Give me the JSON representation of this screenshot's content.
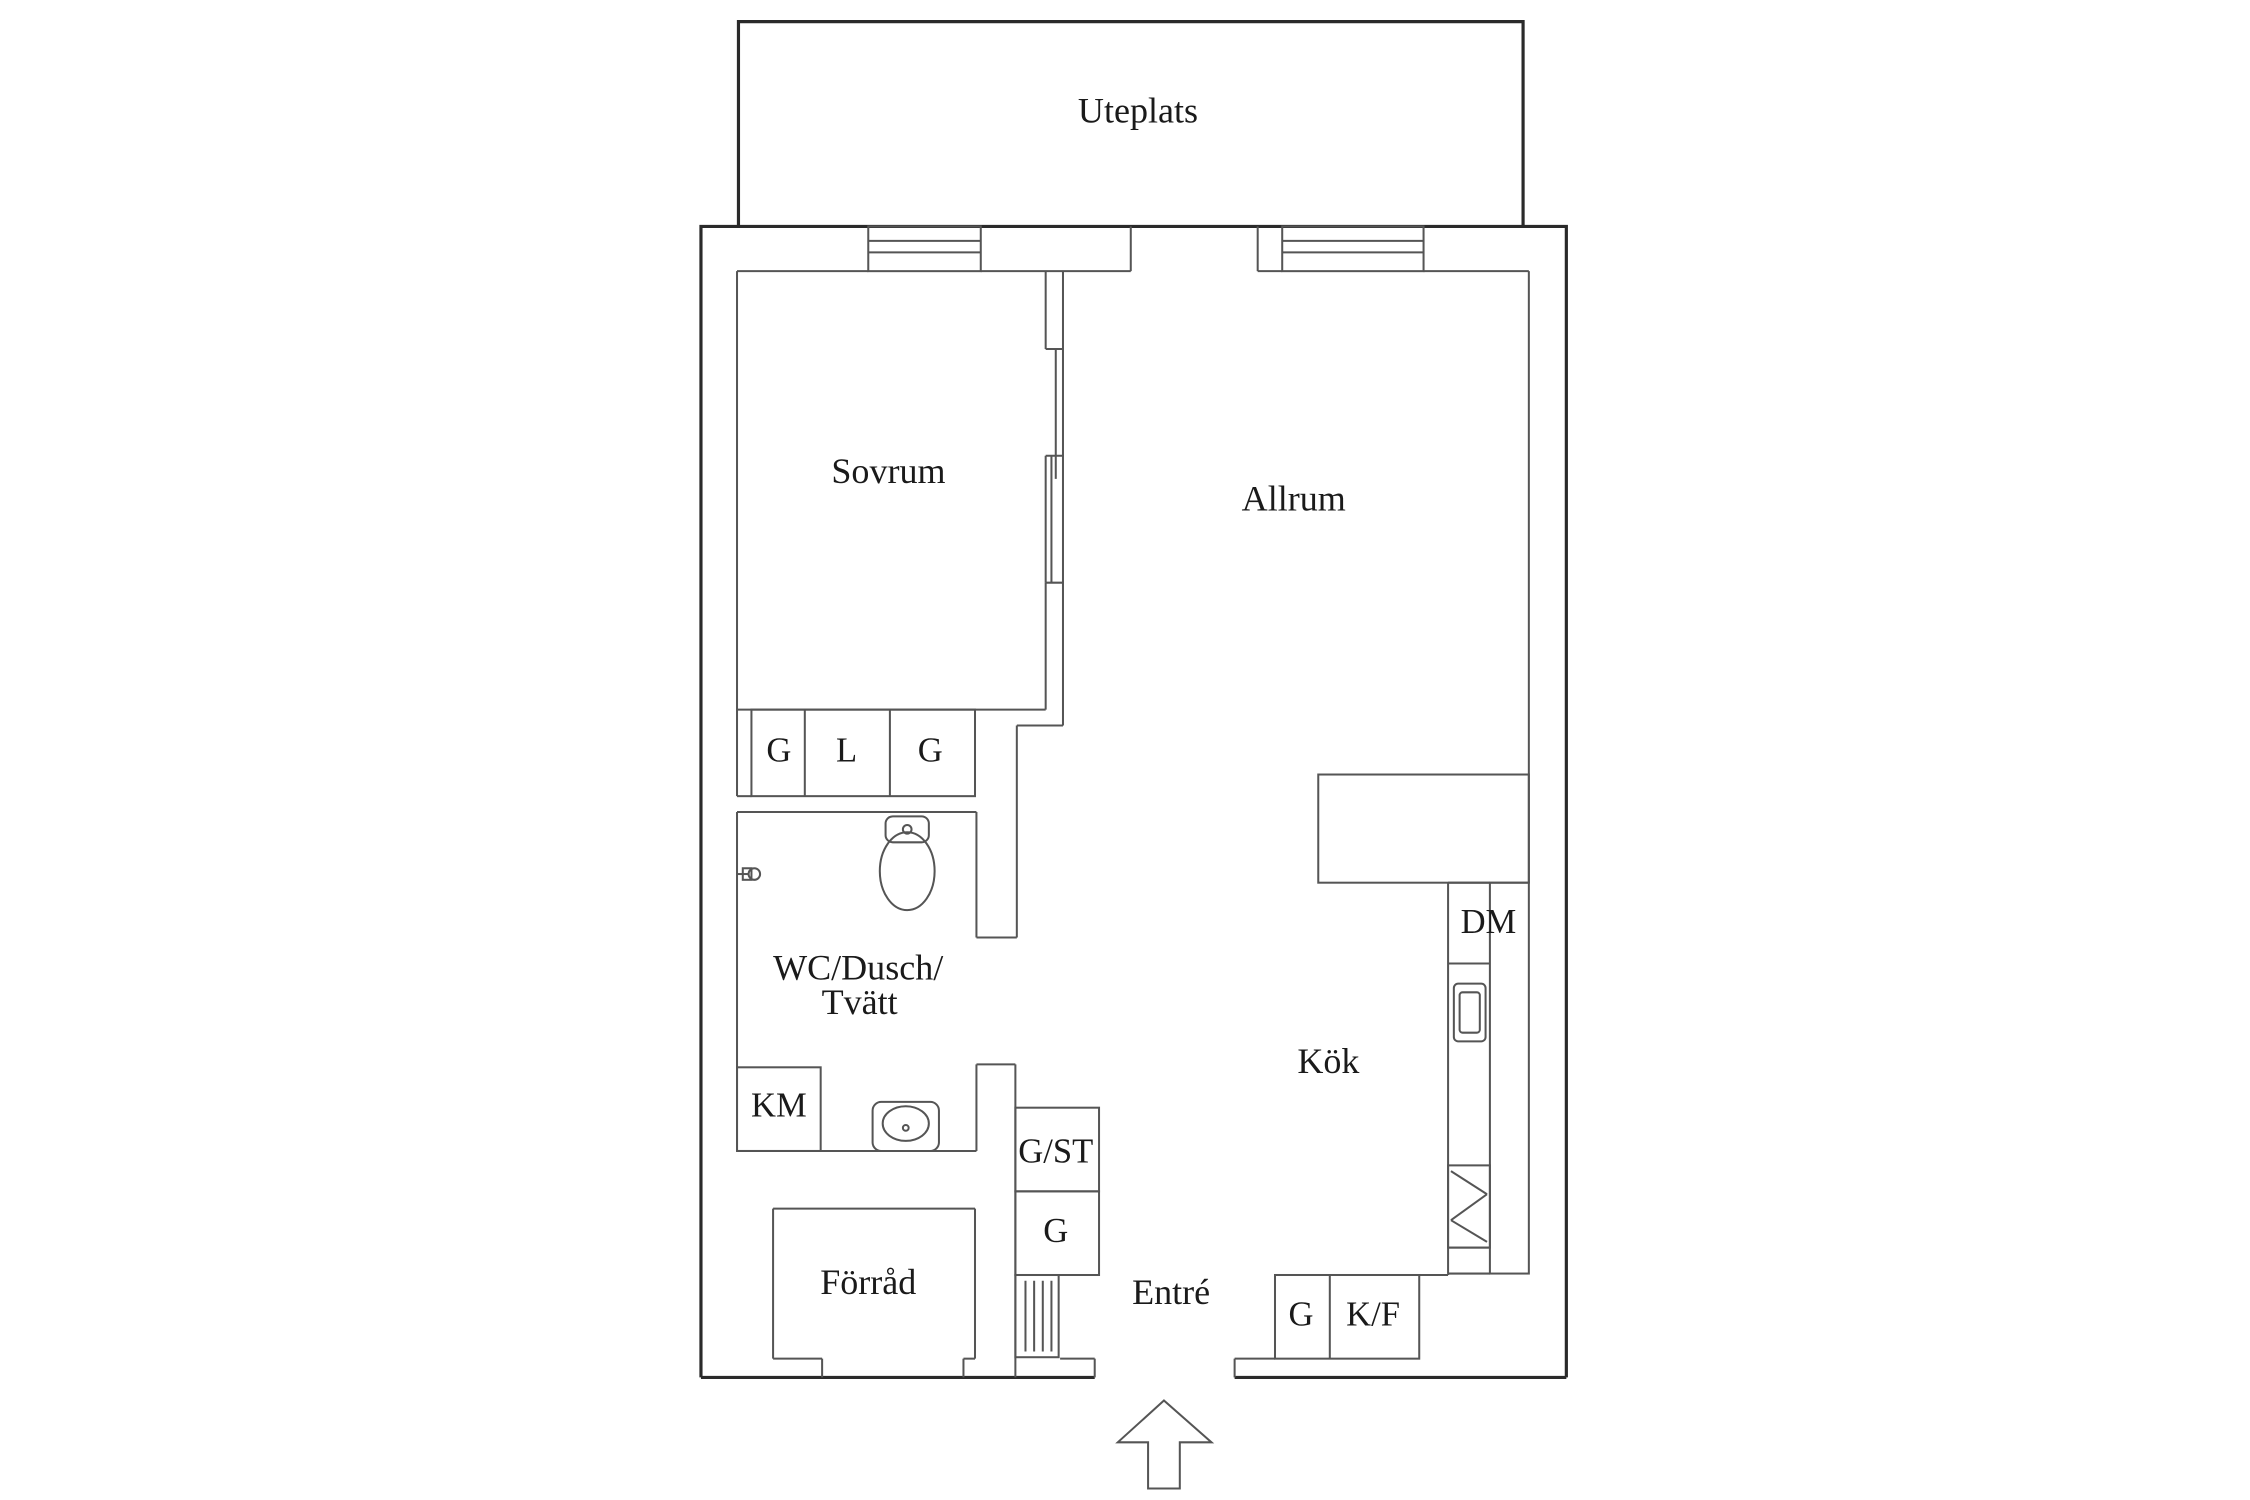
{
  "plan": {
    "rooms": {
      "uteplats": "Uteplats",
      "sovrum": "Sovrum",
      "allrum": "Allrum",
      "wc_line1": "WC/Dusch/",
      "wc_line2": "Tvätt",
      "kok": "Kök",
      "forrad": "Förråd",
      "entre": "Entré"
    },
    "labels": {
      "g1": "G",
      "l": "L",
      "g2": "G",
      "km": "KM",
      "gst": "G/ST",
      "g3": "G",
      "g4": "G",
      "kf": "K/F",
      "dm": "DM"
    }
  }
}
